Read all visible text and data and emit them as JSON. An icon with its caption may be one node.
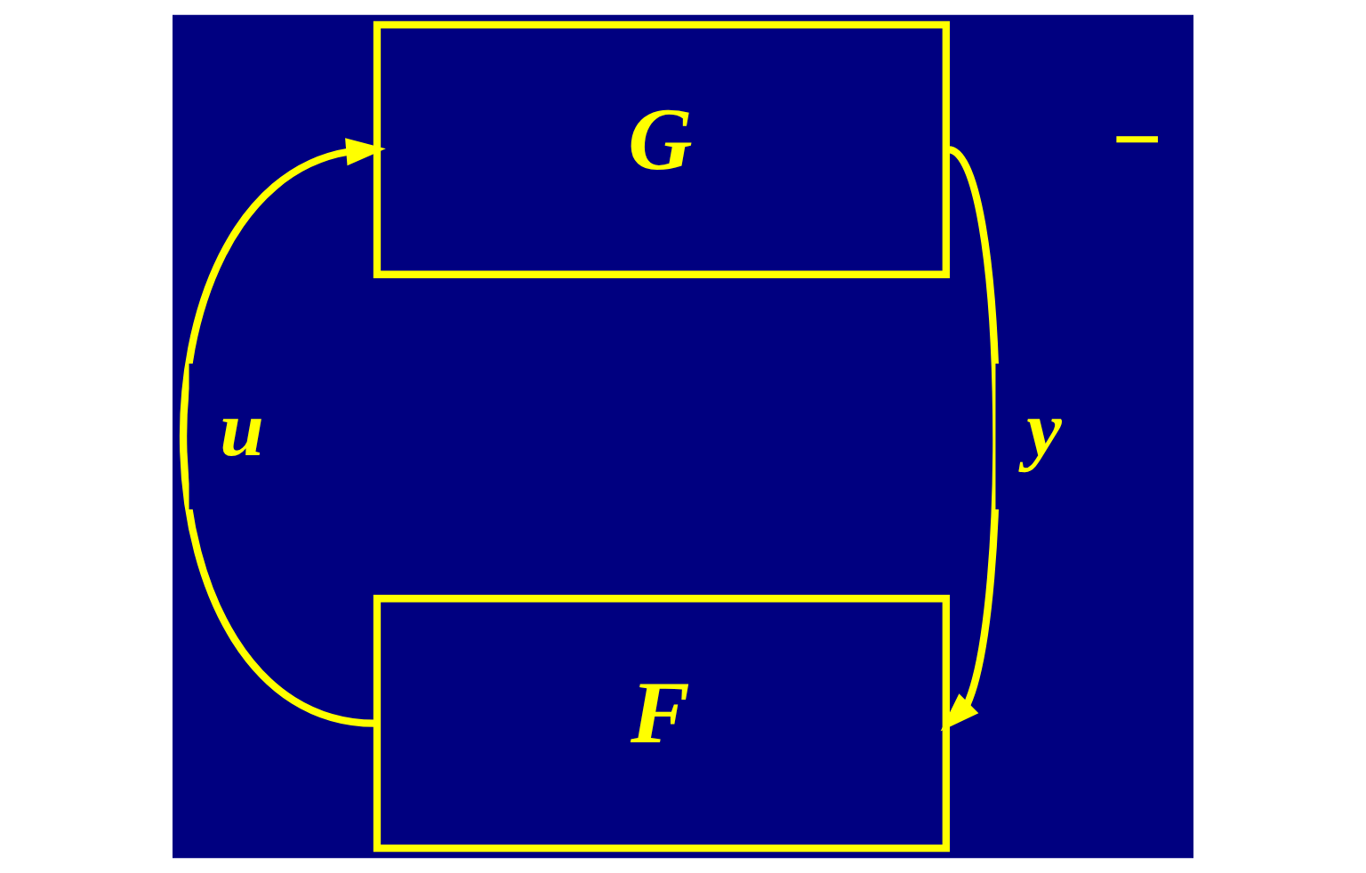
{
  "diagram": {
    "nodes": [
      {
        "text": [
          "G"
        ]
      },
      {
        "text": [
          "F"
        ]
      }
    ],
    "edges": [
      {
        "from": 1,
        "to": 0,
        "arrow": "to",
        "label": "u"
      },
      {
        "from": 0,
        "to": 1,
        "arrow": "to",
        "label": "y"
      }
    ],
    "labels": [
      "−"
    ]
  }
}
